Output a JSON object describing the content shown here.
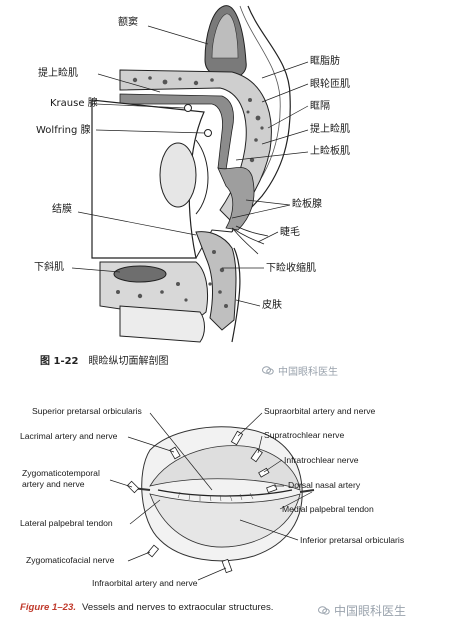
{
  "figure1": {
    "number": "图 1-22",
    "caption": "眼睑纵切面解剖图",
    "labels": {
      "frontal_sinus": "额窦",
      "levator_left": "提上睑肌",
      "krause": "Krause 腺",
      "wolfring": "Wolfring 腺",
      "conjunctiva": "结膜",
      "inferior_oblique": "下斜肌",
      "orbital_fat": "眶脂肪",
      "orbicularis": "眼轮匝肌",
      "septum": "眶隔",
      "levator_right": "提上睑肌",
      "tarsal_muscle": "上睑板肌",
      "tarsal_gland": "睑板腺",
      "eyelash": "睫毛",
      "lower_retractor": "下睑收缩肌",
      "skin": "皮肤"
    }
  },
  "figure2": {
    "number": "Figure 1–23.",
    "caption": "Vessels and nerves to extraocular structures.",
    "labels": {
      "superior_pretarsal": "Superior pretarsal orbicularis",
      "lacrimal": "Lacrimal artery and nerve",
      "zygomaticotemporal_1": "Zygomaticotemporal",
      "zygomaticotemporal_2": "artery and nerve",
      "lateral_tendon": "Lateral palpebral tendon",
      "zygomaticofacial": "Zygomaticofacial nerve",
      "infraorbital": "Infraorbital artery and nerve",
      "supraorbital": "Supraorbital artery and nerve",
      "supratrochlear": "Supratrochlear nerve",
      "infratrochlear": "Infratrochlear nerve",
      "dorsal_nasal": "Dorsal nasal artery",
      "medial_tendon": "Medial palpebral tendon",
      "inferior_pretarsal": "Inferior pretarsal orbicularis"
    }
  },
  "watermarks": [
    "中国眼科医生",
    "中国眼科医生"
  ],
  "colors": {
    "caption_accent": "#c0392b",
    "watermark": "#9aa3ad"
  }
}
